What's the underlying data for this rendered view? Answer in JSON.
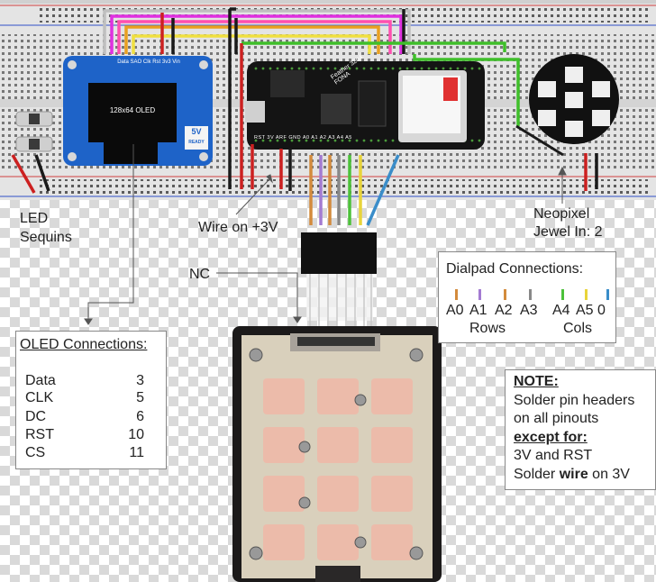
{
  "labels": {
    "led_sequins": [
      "LED",
      "Sequins"
    ],
    "wire_3v": "Wire on +3V",
    "neopixel": [
      "Neopixel",
      "Jewel In: 2"
    ],
    "nc": "NC"
  },
  "oled_display": {
    "header_pins": "Data SAO Clk Rst 3v3 Vin",
    "screen_text": "128x64 OLED",
    "badge": [
      "5V",
      "READY"
    ]
  },
  "feather": {
    "silk_text": [
      "Feather 32u4",
      "FONA"
    ],
    "bottom_pins": "RST 3V ARF GND A0 A1 A2 A3 A4 A5"
  },
  "oled_connections": {
    "title": "OLED Connections:",
    "rows": [
      {
        "signal": "Data",
        "pin": "3"
      },
      {
        "signal": "CLK",
        "pin": "5"
      },
      {
        "signal": "DC",
        "pin": "6"
      },
      {
        "signal": "RST",
        "pin": "10"
      },
      {
        "signal": "CS",
        "pin": "11"
      }
    ]
  },
  "dialpad": {
    "title": "Dialpad Connections:",
    "pins": [
      {
        "label": "A0",
        "color": "#d38b3c"
      },
      {
        "label": "A1",
        "color": "#a37bd2"
      },
      {
        "label": "A2",
        "color": "#d38b3c"
      },
      {
        "label": "A3",
        "color": "#888888"
      },
      {
        "label": "A4",
        "color": "#4cc13a"
      },
      {
        "label": "A5",
        "color": "#e8d43a"
      },
      {
        "label": "0",
        "color": "#3a8dc9"
      }
    ],
    "rows_label": "Rows",
    "cols_label": "Cols"
  },
  "note": {
    "title": "NOTE:",
    "line1": "Solder pin headers",
    "line2": "on all pinouts",
    "line3": "except for:",
    "line4": "3V and RST",
    "line5_pre": "Solder ",
    "line5_bold": "wire",
    "line5_post": " on 3V"
  },
  "colors": {
    "breadboard": "#e3e3e3",
    "oled_pcb": "#1e63c8",
    "feather_pcb": "#141414",
    "keypad_pcb": "#d9d0bc",
    "keypad_frame": "#1c1a1a"
  }
}
